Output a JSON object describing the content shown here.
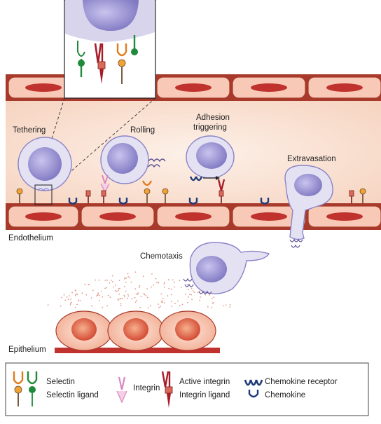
{
  "stage_labels": {
    "tethering": "Tethering",
    "rolling": "Rolling",
    "adhesion_line1": "Adhesion",
    "adhesion_line2": "triggering",
    "extravasation": "Extravasation",
    "chemotaxis": "Chemotaxis"
  },
  "tissue_labels": {
    "endothelium": "Endothelium",
    "epithelium": "Epithelium"
  },
  "legend": {
    "selectin": "Selectin",
    "selectin_ligand": "Selectin ligand",
    "integrin": "Integrin",
    "active_integrin": "Active integrin",
    "integrin_ligand": "Integrin ligand",
    "chemokine_receptor": "Chemokine receptor",
    "chemokine": "Chemokine"
  },
  "colors": {
    "vessel_lumen": "#fbe3d3",
    "vessel_wall": "#f5c3b2",
    "cell_border": "#a83a2c",
    "nucleus": "#c0322d",
    "leukocyte_body": "#e4e2f2",
    "leukocyte_nucleus": "#8a84c8",
    "selectin": "#e07b1a",
    "selectin_ligand": "#1f8a3b",
    "integrin": "#d987c0",
    "active_integrin": "#a81c28",
    "chemokine_receptor": "#1f3a78"
  }
}
